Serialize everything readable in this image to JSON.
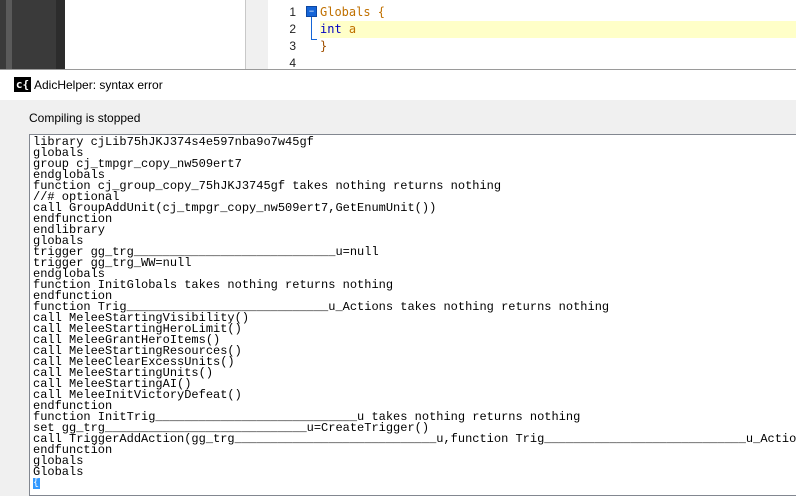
{
  "editor": {
    "line_numbers": [
      "1",
      "2",
      "3",
      "4"
    ],
    "fold_symbol": "−",
    "lines": [
      {
        "kw": "",
        "text": "Globals {"
      },
      {
        "kw": "int",
        "text": " a"
      },
      {
        "kw": "",
        "text": "}"
      },
      {
        "kw": "",
        "text": ""
      }
    ]
  },
  "dialog": {
    "icon_text": "c{",
    "title": "AdicHelper: syntax error",
    "status": "Compiling is stopped",
    "log_lines": [
      "library cjLib75hJKJ374s4e597nba9o7w45gf",
      "globals",
      "group cj_tmpgr_copy_nw509ert7",
      "endglobals",
      "function cj_group_copy_75hJKJ3745gf takes nothing returns nothing",
      "//# optional",
      "call GroupAddUnit(cj_tmpgr_copy_nw509ert7,GetEnumUnit())",
      "endfunction",
      "endlibrary",
      "globals",
      "trigger gg_trg____________________________u=null",
      "trigger gg_trg_WW=null",
      "endglobals",
      "function InitGlobals takes nothing returns nothing",
      "endfunction",
      "function Trig____________________________u_Actions takes nothing returns nothing",
      "call MeleeStartingVisibility()",
      "call MeleeStartingHeroLimit()",
      "call MeleeGrantHeroItems()",
      "call MeleeStartingResources()",
      "call MeleeClearExcessUnits()",
      "call MeleeStartingUnits()",
      "call MeleeStartingAI()",
      "call MeleeInitVictoryDefeat()",
      "endfunction",
      "function InitTrig____________________________u takes nothing returns nothing",
      "set gg_trg____________________________u=CreateTrigger()",
      "call TriggerAddAction(gg_trg____________________________u,function Trig____________________________u_Actions)",
      "endfunction",
      "globals",
      "Globals"
    ],
    "last_line_char": "{"
  }
}
